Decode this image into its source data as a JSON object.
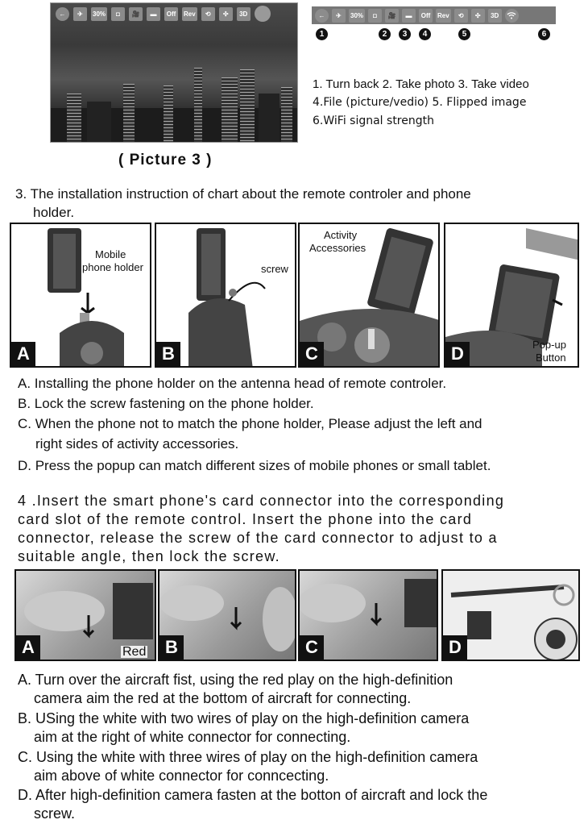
{
  "top_screenshot": {
    "toolbar": [
      "←",
      "✈",
      "30%",
      "◘",
      "🎥",
      "▬",
      "Off",
      "Rev",
      "⟲",
      "✣",
      "3D",
      ""
    ]
  },
  "toolbar_legend": {
    "buttons": [
      "←",
      "✈",
      "30%",
      "◘",
      "🎥",
      "▬",
      "Off",
      "Rev",
      "⟲",
      "✣",
      "3D",
      "wifi"
    ],
    "numbers": [
      "1",
      "2",
      "3",
      "4",
      "5",
      "6"
    ]
  },
  "legend": {
    "line1": "1. Turn back 2. Take photo 3. Take video",
    "line2": "4.File (picture/vedio) 5. Flipped image",
    "line3": "6.WiFi signal strength"
  },
  "picture_caption": "( Picture 3 )",
  "section3": {
    "heading_line1": "3. The installation instruction of chart about the remote controler and phone",
    "heading_line2": "holder.",
    "panels": [
      {
        "letter": "A",
        "labels": [
          "Mobile",
          "phone holder"
        ]
      },
      {
        "letter": "B",
        "labels": [
          "screw"
        ]
      },
      {
        "letter": "C",
        "labels": [
          "Activity",
          "Accessories"
        ]
      },
      {
        "letter": "D",
        "labels": [
          "Pop-up",
          "Button"
        ]
      }
    ],
    "captions": [
      "A. Installing the phone holder on the antenna head of remote controler.",
      "B. Lock the screw fastening on the phone holder.",
      "C. When the phone not to match the phone holder, Please adjust the left and",
      "right sides of activity accessories.",
      "D. Press the popup can match different sizes of mobile phones or small tablet."
    ]
  },
  "section4": {
    "heading": [
      "4 .Insert the smart phone's card connector into the corresponding",
      "card slot of the remote control. Insert the phone into the card",
      "connector, release the screw of the card connector to adjust to a",
      "suitable angle, then lock the screw."
    ],
    "photos": [
      {
        "letter": "A",
        "label": "Red"
      },
      {
        "letter": "B",
        "label": ""
      },
      {
        "letter": "C",
        "label": ""
      },
      {
        "letter": "D",
        "label": ""
      }
    ],
    "captions": [
      "A. Turn over the aircraft fist, using the red play on the high-definition",
      "camera aim the red at the bottom of aircraft for connecting.",
      "B. USing the white with two wires of play on the high-definition camera",
      "aim at the right of white connector for connecting.",
      "C. Using the white with three wires of play on the high-definition camera",
      "aim above of white connector for conncecting.",
      "D. After high-definition camera fasten at the botton of aircraft and lock the",
      "screw."
    ]
  }
}
